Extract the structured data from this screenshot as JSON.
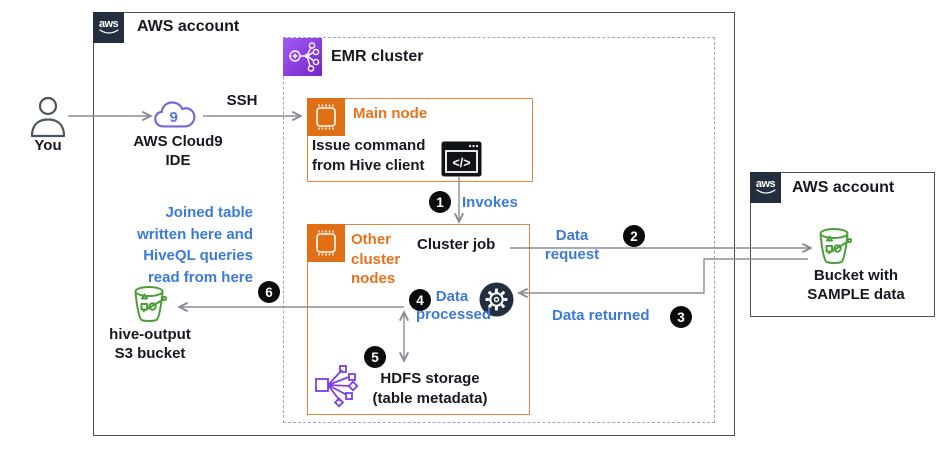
{
  "accounts": {
    "left_label": "AWS account",
    "right_label": "AWS account",
    "logo_text": "aws"
  },
  "emr": {
    "label": "EMR cluster"
  },
  "actors": {
    "you": "You",
    "cloud9": "AWS Cloud9\nIDE",
    "cloud9_digit": "9",
    "ssh": "SSH"
  },
  "main_node": {
    "title": "Main node",
    "body": "Issue command\nfrom Hive client",
    "code_glyph": "</>"
  },
  "other_nodes": {
    "title": "Other\ncluster\nnodes",
    "cluster_job": "Cluster job"
  },
  "hdfs": {
    "label": "HDFS storage\n(table metadata)"
  },
  "buckets": {
    "hive_output": "hive-output\nS3 bucket",
    "sample": "Bucket with\nSAMPLE data"
  },
  "notes": {
    "joined": "Joined table\nwritten here and\nHiveQL queries\nread from here"
  },
  "steps": [
    {
      "n": "1",
      "label": "Invokes"
    },
    {
      "n": "2",
      "label": "Data\nrequest"
    },
    {
      "n": "3",
      "label": "Data returned"
    },
    {
      "n": "4",
      "label": "Data\nprocessed"
    },
    {
      "n": "5",
      "label": ""
    },
    {
      "n": "6",
      "label": ""
    }
  ],
  "icons": {
    "aws_logo": "aws-smile-logo",
    "emr": "emr-cluster-icon",
    "chip": "compute-node-chip-icon",
    "code": "hive-client-code-window-icon",
    "gear": "processing-gear-icon",
    "cloud9": "cloud9-cloud-icon",
    "person": "user-person-icon",
    "bucket": "s3-bucket-icon",
    "hdfs": "hdfs-storage-icon"
  },
  "colors": {
    "orange": "#E8721C",
    "orange_border": "#E8823D",
    "blue_label": "#3B7AD9",
    "navy": "#232F3E",
    "green": "#4D9E3B",
    "purple": "#7C3FE4",
    "indigo_cloud": "#7668D4",
    "arrow_gray": "#898E96",
    "box_border": "#4B5158",
    "dashed_border": "#92A5CE"
  }
}
